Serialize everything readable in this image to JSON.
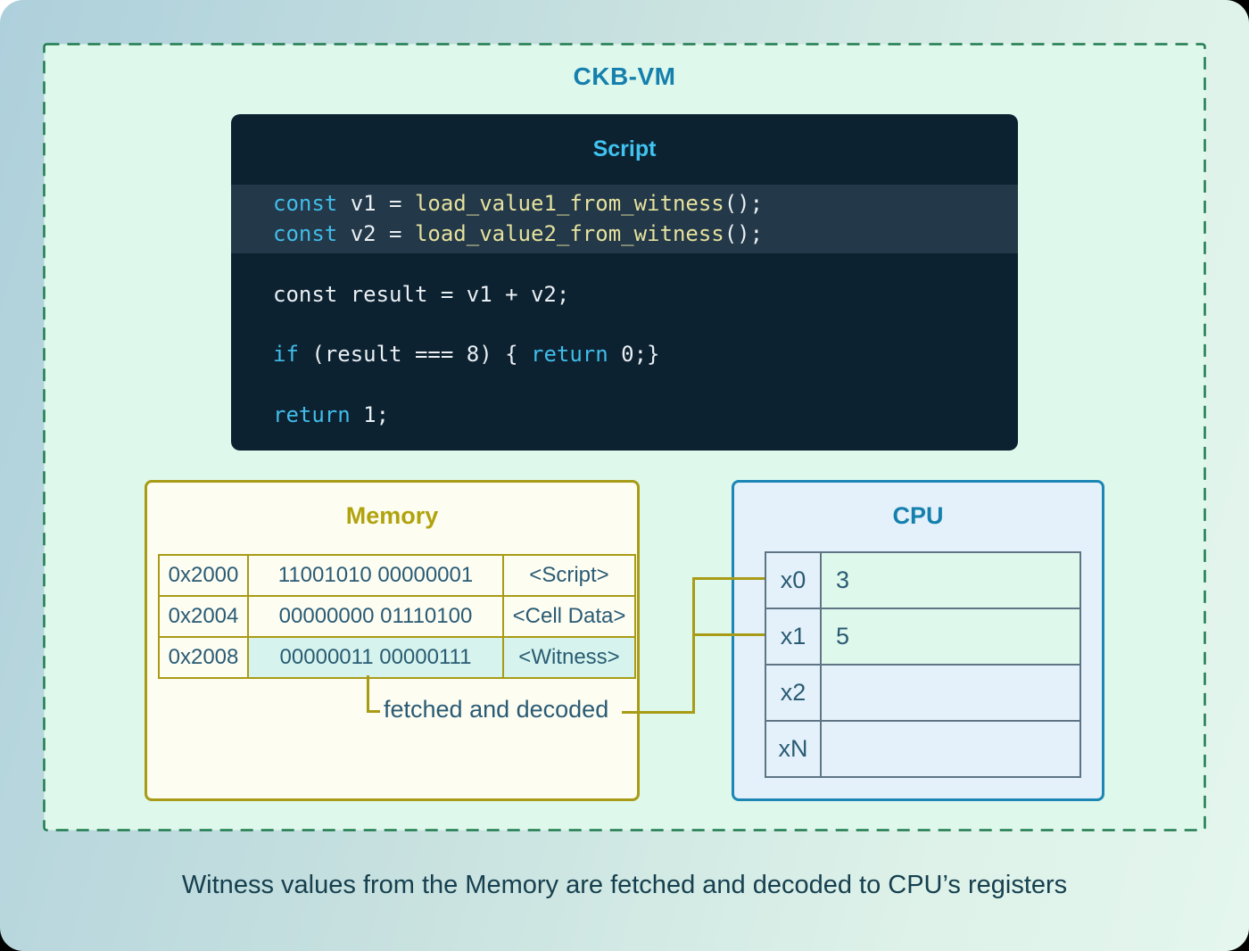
{
  "diagram": {
    "outer_label": "CKB-VM",
    "caption": "Witness values from the Memory are fetched and decoded to CPU’s registers",
    "annotation": "fetched and decoded"
  },
  "script_block": {
    "title": "Script",
    "lines": [
      {
        "s0": "const",
        "s1": " v1 = ",
        "s2": "load_value1_from_witness",
        "s3": "();"
      },
      {
        "s0": "const",
        "s1": " v2 = ",
        "s2": "load_value2_from_witness",
        "s3": "();"
      },
      {
        "s0": "const result = v1 + v2;"
      },
      {
        "s0": "if",
        "s1": " (result === 8) { ",
        "s2": "return",
        "s3": " 0;}"
      },
      {
        "s0": "return",
        "s1": " 1;"
      }
    ]
  },
  "memory": {
    "title": "Memory",
    "rows": [
      {
        "address": "0x2000",
        "binary": "11001010 00000001",
        "tag": "<Script>",
        "highlighted": false
      },
      {
        "address": "0x2004",
        "binary": "00000000 01110100",
        "tag": "<Cell Data>",
        "highlighted": false
      },
      {
        "address": "0x2008",
        "binary": "00000011 00000111",
        "tag": "<Witness>",
        "highlighted": true
      }
    ]
  },
  "cpu": {
    "title": "CPU",
    "registers": [
      {
        "name": "x0",
        "value": "3",
        "filled": true
      },
      {
        "name": "x1",
        "value": "5",
        "filled": true
      },
      {
        "name": "x2",
        "value": "",
        "filled": false
      },
      {
        "name": "xN",
        "value": "",
        "filled": false
      }
    ]
  },
  "colors": {
    "dashed_border_green": "#1f7b4e",
    "inner_mint": "#dff8ec",
    "olive": "#a89b16",
    "teal_blue": "#1580ad",
    "dark_teal_text": "#2a5b74",
    "code_background": "#0d2231",
    "code_highlight_band": "#233848",
    "code_keyword": "#41bce9",
    "code_function": "#e5e19e",
    "code_plain": "#e9eff3",
    "cpu_border": "#1c86b4",
    "cpu_background": "#e4f1fa",
    "memory_background": "#fdfdf2",
    "witness_highlight": "#d6f4ed",
    "register_filled": "#dff8ec"
  }
}
